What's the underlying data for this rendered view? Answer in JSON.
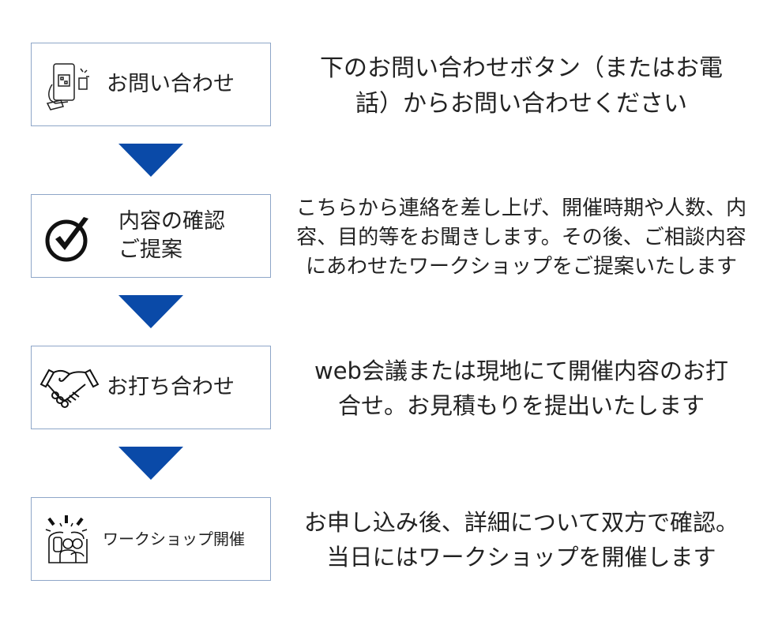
{
  "accent_color": "#0a4aa8",
  "steps": [
    {
      "label": "お問い合わせ",
      "icon": "smartphone-qr-icon",
      "description": [
        "下のお問い合わせボタン（またはお電",
        "話）からお問い合わせください"
      ]
    },
    {
      "label_lines": [
        "内容の確認",
        "ご提案"
      ],
      "icon": "check-circle-icon",
      "description": [
        "こちらから連絡を差し上げ、開催時期や人数、内",
        "容、目的等をお聞きします。その後、ご相談内容",
        "にあわせたワークショップをご提案いたします"
      ]
    },
    {
      "label": "お打ち合わせ",
      "icon": "handshake-icon",
      "description": [
        "web会議または現地にて開催内容のお打",
        "合せ。お見積もりを提出いたします"
      ]
    },
    {
      "label": "ワークショップ開催",
      "icon": "celebrating-people-icon",
      "description": [
        "お申し込み後、詳細について双方で確認。",
        "当日にはワークショップを開催します"
      ]
    }
  ]
}
